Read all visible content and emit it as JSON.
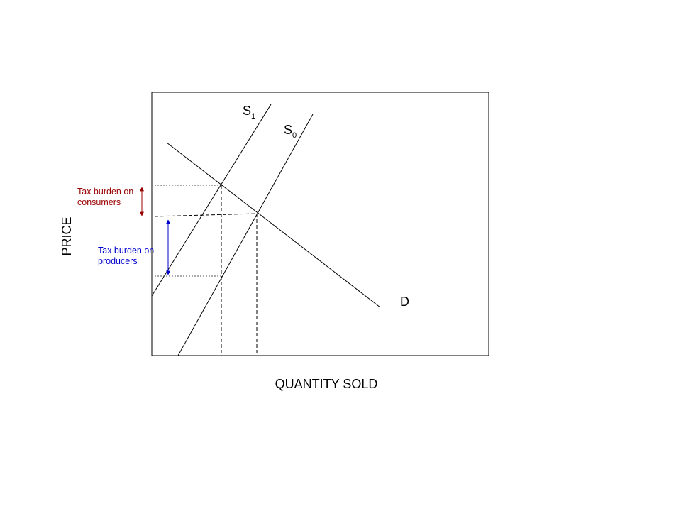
{
  "axes": {
    "x_label": "QUANTITY SOLD",
    "y_label": "PRICE"
  },
  "curves": {
    "s1": {
      "main": "S",
      "sub": "1"
    },
    "s0": {
      "main": "S",
      "sub": "0"
    },
    "d": {
      "label": "D"
    }
  },
  "annotations": {
    "consumers": {
      "line1": "Tax burden on",
      "line2": "consumers",
      "color": "#990000"
    },
    "producers": {
      "line1": "Tax burden on",
      "line2": "producers",
      "color": "#0000cc"
    }
  }
}
